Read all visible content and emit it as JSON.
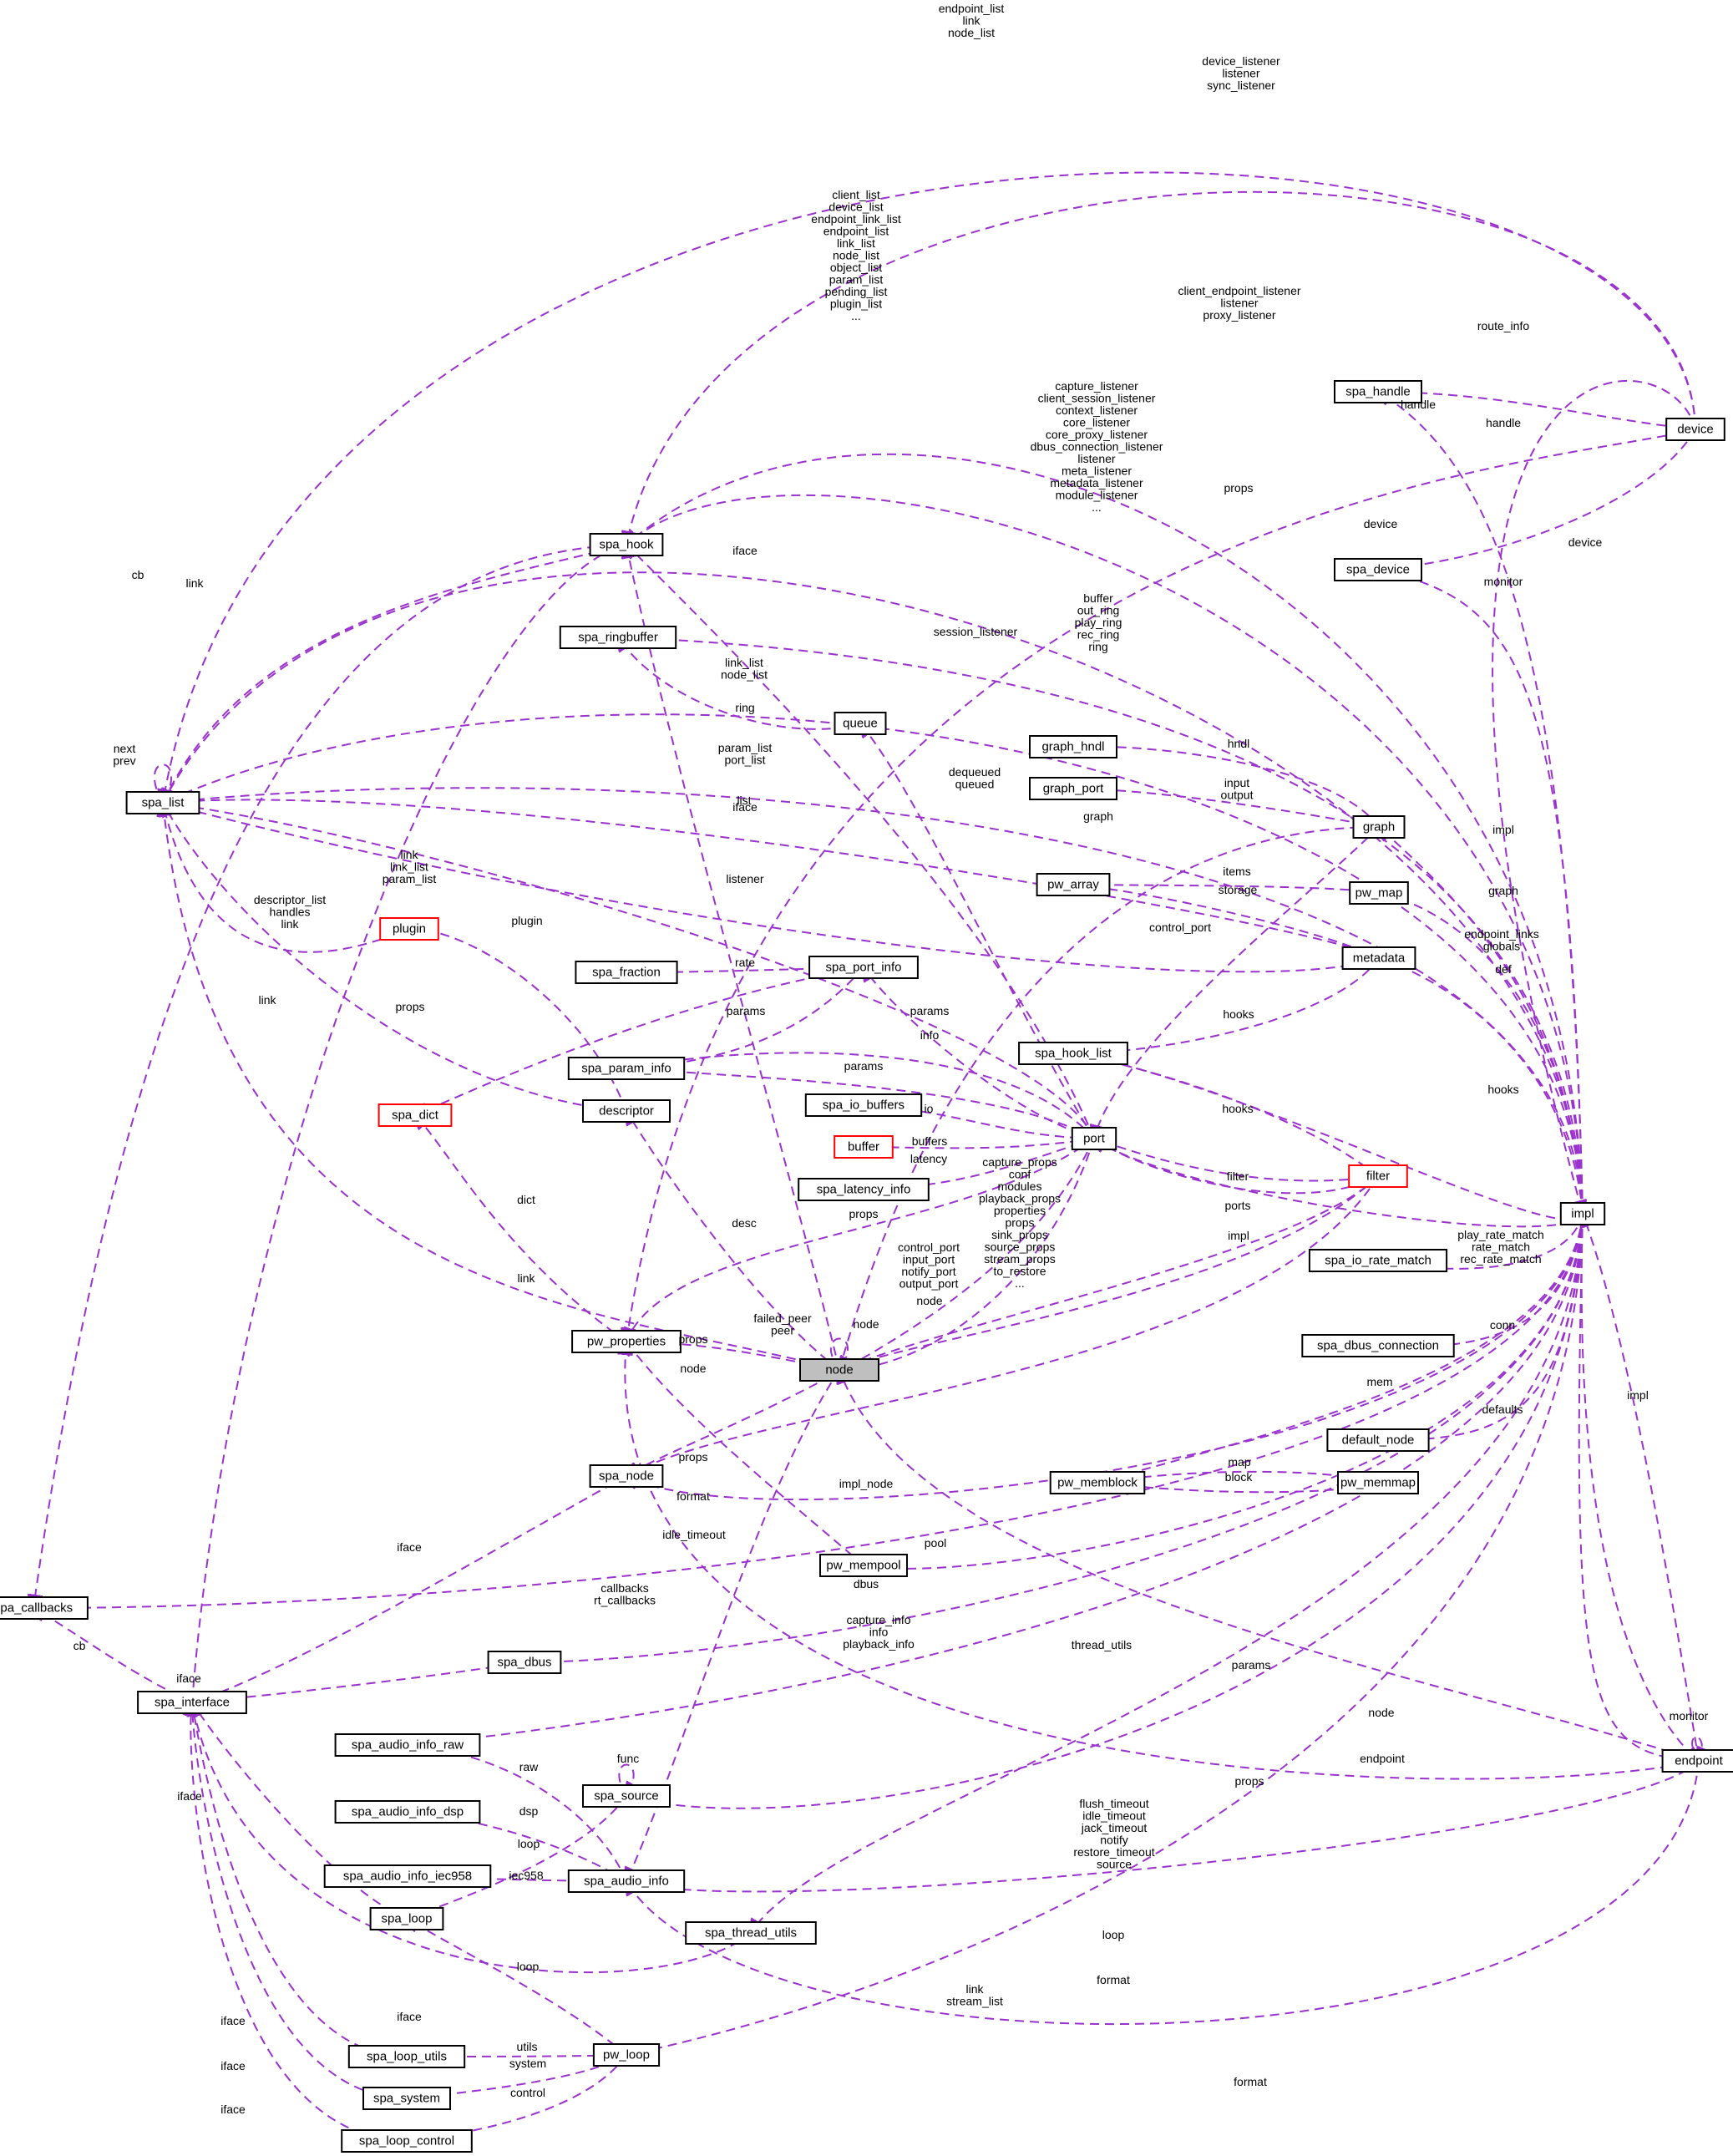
{
  "diagram": {
    "title": "node collaboration graph",
    "colors": {
      "edge": "#9a32cd",
      "node_border": "#000000",
      "incomplete_border": "#ff0000",
      "focus_fill": "#bfbfbf"
    },
    "nodes": [
      {
        "id": "node",
        "label": "node",
        "style": "focus"
      },
      {
        "id": "spa_list",
        "label": "spa_list"
      },
      {
        "id": "spa_hook",
        "label": "spa_hook"
      },
      {
        "id": "spa_ringbuffer",
        "label": "spa_ringbuffer"
      },
      {
        "id": "queue",
        "label": "queue"
      },
      {
        "id": "spa_callbacks",
        "label": "spa_callbacks"
      },
      {
        "id": "spa_interface",
        "label": "spa_interface"
      },
      {
        "id": "plugin",
        "label": "plugin",
        "style": "red"
      },
      {
        "id": "spa_dict",
        "label": "spa_dict",
        "style": "red"
      },
      {
        "id": "descriptor",
        "label": "descriptor"
      },
      {
        "id": "spa_fraction",
        "label": "spa_fraction"
      },
      {
        "id": "spa_param_info",
        "label": "spa_param_info"
      },
      {
        "id": "spa_port_info",
        "label": "spa_port_info"
      },
      {
        "id": "spa_io_buffers",
        "label": "spa_io_buffers"
      },
      {
        "id": "buffer",
        "label": "buffer",
        "style": "red"
      },
      {
        "id": "spa_latency_info",
        "label": "spa_latency_info"
      },
      {
        "id": "port",
        "label": "port"
      },
      {
        "id": "pw_properties",
        "label": "pw_properties"
      },
      {
        "id": "spa_node",
        "label": "spa_node"
      },
      {
        "id": "pw_mempool",
        "label": "pw_mempool"
      },
      {
        "id": "spa_dbus",
        "label": "spa_dbus"
      },
      {
        "id": "spa_audio_info_raw",
        "label": "spa_audio_info_raw"
      },
      {
        "id": "spa_audio_info_dsp",
        "label": "spa_audio_info_dsp"
      },
      {
        "id": "spa_audio_info_iec958",
        "label": "spa_audio_info_iec958"
      },
      {
        "id": "spa_source",
        "label": "spa_source"
      },
      {
        "id": "spa_audio_info",
        "label": "spa_audio_info"
      },
      {
        "id": "spa_loop",
        "label": "spa_loop"
      },
      {
        "id": "spa_thread_utils",
        "label": "spa_thread_utils"
      },
      {
        "id": "spa_loop_utils",
        "label": "spa_loop_utils"
      },
      {
        "id": "spa_system",
        "label": "spa_system"
      },
      {
        "id": "spa_loop_control",
        "label": "spa_loop_control"
      },
      {
        "id": "pw_loop",
        "label": "pw_loop"
      },
      {
        "id": "graph_hndl",
        "label": "graph_hndl"
      },
      {
        "id": "graph_port",
        "label": "graph_port"
      },
      {
        "id": "graph",
        "label": "graph"
      },
      {
        "id": "pw_array",
        "label": "pw_array"
      },
      {
        "id": "pw_map",
        "label": "pw_map"
      },
      {
        "id": "metadata",
        "label": "metadata"
      },
      {
        "id": "spa_hook_list",
        "label": "spa_hook_list"
      },
      {
        "id": "filter",
        "label": "filter",
        "style": "red"
      },
      {
        "id": "impl",
        "label": "impl"
      },
      {
        "id": "spa_io_rate_match",
        "label": "spa_io_rate_match"
      },
      {
        "id": "spa_dbus_connection",
        "label": "spa_dbus_connection"
      },
      {
        "id": "default_node",
        "label": "default_node"
      },
      {
        "id": "pw_memblock",
        "label": "pw_memblock"
      },
      {
        "id": "pw_memmap",
        "label": "pw_memmap"
      },
      {
        "id": "spa_handle",
        "label": "spa_handle"
      },
      {
        "id": "device",
        "label": "device"
      },
      {
        "id": "spa_device",
        "label": "spa_device"
      },
      {
        "id": "endpoint",
        "label": "endpoint"
      }
    ],
    "edge_labels": [
      {
        "id": "e1",
        "lines": [
          "endpoint_list",
          "link",
          "node_list"
        ]
      },
      {
        "id": "e2",
        "lines": [
          "device_listener",
          "listener",
          "sync_listener"
        ]
      },
      {
        "id": "e3",
        "lines": [
          "client_list",
          "device_list",
          "endpoint_link_list",
          "endpoint_list",
          "link_list",
          "node_list",
          "object_list",
          "param_list",
          "pending_list",
          "plugin_list",
          "..."
        ]
      },
      {
        "id": "e4",
        "lines": [
          "client_endpoint_listener",
          "listener",
          "proxy_listener"
        ]
      },
      {
        "id": "e5",
        "lines": [
          "route_info"
        ]
      },
      {
        "id": "e6",
        "lines": [
          "capture_listener",
          "client_session_listener",
          "context_listener",
          "core_listener",
          "core_proxy_listener",
          "dbus_connection_listener",
          "listener",
          "meta_listener",
          "metadata_listener",
          "module_listener",
          "..."
        ]
      },
      {
        "id": "e7",
        "lines": [
          "handle"
        ]
      },
      {
        "id": "e8",
        "lines": [
          "handle"
        ]
      },
      {
        "id": "e9",
        "lines": [
          "props"
        ]
      },
      {
        "id": "e10",
        "lines": [
          "device"
        ]
      },
      {
        "id": "e11",
        "lines": [
          "device"
        ]
      },
      {
        "id": "e12",
        "lines": [
          "monitor"
        ]
      },
      {
        "id": "e13",
        "lines": [
          "cb"
        ]
      },
      {
        "id": "e14",
        "lines": [
          "link"
        ]
      },
      {
        "id": "e15",
        "lines": [
          "iface"
        ]
      },
      {
        "id": "e16",
        "lines": [
          "session_listener"
        ]
      },
      {
        "id": "e17",
        "lines": [
          "buffer",
          "out_ring",
          "play_ring",
          "rec_ring",
          "ring"
        ]
      },
      {
        "id": "e18",
        "lines": [
          "link_list",
          "node_list"
        ]
      },
      {
        "id": "e19",
        "lines": [
          "ring"
        ]
      },
      {
        "id": "e20",
        "lines": [
          "next",
          "prev"
        ]
      },
      {
        "id": "e21",
        "lines": [
          "param_list",
          "port_list"
        ]
      },
      {
        "id": "e22",
        "lines": [
          "dequeued",
          "queued"
        ]
      },
      {
        "id": "e23",
        "lines": [
          "hndl"
        ]
      },
      {
        "id": "e24",
        "lines": [
          "input",
          "output"
        ]
      },
      {
        "id": "e25",
        "lines": [
          "list"
        ]
      },
      {
        "id": "e26",
        "lines": [
          "iface"
        ]
      },
      {
        "id": "e27",
        "lines": [
          "graph"
        ]
      },
      {
        "id": "e28",
        "lines": [
          "impl"
        ]
      },
      {
        "id": "e29",
        "lines": [
          "link",
          "link_list",
          "param_list"
        ]
      },
      {
        "id": "e30",
        "lines": [
          "items"
        ]
      },
      {
        "id": "e31",
        "lines": [
          "storage"
        ]
      },
      {
        "id": "e32",
        "lines": [
          "listener"
        ]
      },
      {
        "id": "e33",
        "lines": [
          "graph"
        ]
      },
      {
        "id": "e34",
        "lines": [
          "descriptor_list",
          "handles",
          "link"
        ]
      },
      {
        "id": "e35",
        "lines": [
          "plugin"
        ]
      },
      {
        "id": "e36",
        "lines": [
          "control_port"
        ]
      },
      {
        "id": "e37",
        "lines": [
          "endpoint_links",
          "globals"
        ]
      },
      {
        "id": "e38",
        "lines": [
          "rate"
        ]
      },
      {
        "id": "e39",
        "lines": [
          "def"
        ]
      },
      {
        "id": "e40",
        "lines": [
          "link"
        ]
      },
      {
        "id": "e41",
        "lines": [
          "props"
        ]
      },
      {
        "id": "e42",
        "lines": [
          "params"
        ]
      },
      {
        "id": "e43",
        "lines": [
          "params"
        ]
      },
      {
        "id": "e44",
        "lines": [
          "info"
        ]
      },
      {
        "id": "e45",
        "lines": [
          "hooks"
        ]
      },
      {
        "id": "e46",
        "lines": [
          "params"
        ]
      },
      {
        "id": "e47",
        "lines": [
          "hooks"
        ]
      },
      {
        "id": "e48",
        "lines": [
          "hooks"
        ]
      },
      {
        "id": "e49",
        "lines": [
          "io"
        ]
      },
      {
        "id": "e50",
        "lines": [
          "buffers"
        ]
      },
      {
        "id": "e51",
        "lines": [
          "filter"
        ]
      },
      {
        "id": "e52",
        "lines": [
          "latency"
        ]
      },
      {
        "id": "e53",
        "lines": [
          "capture_props",
          "conf",
          "modules",
          "playback_props",
          "properties",
          "props",
          "sink_props",
          "source_props",
          "stream_props",
          "to_restore",
          "..."
        ]
      },
      {
        "id": "e54",
        "lines": [
          "ports"
        ]
      },
      {
        "id": "e55",
        "lines": [
          "dict"
        ]
      },
      {
        "id": "e56",
        "lines": [
          "props"
        ]
      },
      {
        "id": "e57",
        "lines": [
          "desc"
        ]
      },
      {
        "id": "e58",
        "lines": [
          "impl"
        ]
      },
      {
        "id": "e59",
        "lines": [
          "play_rate_match",
          "rate_match",
          "rec_rate_match"
        ]
      },
      {
        "id": "e60",
        "lines": [
          "control_port",
          "input_port",
          "notify_port",
          "output_port"
        ]
      },
      {
        "id": "e61",
        "lines": [
          "link"
        ]
      },
      {
        "id": "e62",
        "lines": [
          "failed_peer",
          "peer"
        ]
      },
      {
        "id": "e63",
        "lines": [
          "node"
        ]
      },
      {
        "id": "e64",
        "lines": [
          "props"
        ]
      },
      {
        "id": "e65",
        "lines": [
          "conn"
        ]
      },
      {
        "id": "e66",
        "lines": [
          "node"
        ]
      },
      {
        "id": "e67",
        "lines": [
          "mem"
        ]
      },
      {
        "id": "e68",
        "lines": [
          "node"
        ]
      },
      {
        "id": "e69",
        "lines": [
          "defaults"
        ]
      },
      {
        "id": "e70",
        "lines": [
          "impl"
        ]
      },
      {
        "id": "e71",
        "lines": [
          "props"
        ]
      },
      {
        "id": "e72",
        "lines": [
          "map"
        ]
      },
      {
        "id": "e73",
        "lines": [
          "block"
        ]
      },
      {
        "id": "e74",
        "lines": [
          "format"
        ]
      },
      {
        "id": "e75",
        "lines": [
          "impl_node"
        ]
      },
      {
        "id": "e76",
        "lines": [
          "idle_timeout"
        ]
      },
      {
        "id": "e77",
        "lines": [
          "iface"
        ]
      },
      {
        "id": "e78",
        "lines": [
          "pool"
        ]
      },
      {
        "id": "e79",
        "lines": [
          "callbacks",
          "rt_callbacks"
        ]
      },
      {
        "id": "e80",
        "lines": [
          "dbus"
        ]
      },
      {
        "id": "e81",
        "lines": [
          "capture_info",
          "info",
          "playback_info"
        ]
      },
      {
        "id": "e82",
        "lines": [
          "thread_utils"
        ]
      },
      {
        "id": "e83",
        "lines": [
          "cb"
        ]
      },
      {
        "id": "e84",
        "lines": [
          "iface"
        ]
      },
      {
        "id": "e85",
        "lines": [
          "params"
        ]
      },
      {
        "id": "e86",
        "lines": [
          "node"
        ]
      },
      {
        "id": "e87",
        "lines": [
          "monitor"
        ]
      },
      {
        "id": "e88",
        "lines": [
          "endpoint"
        ]
      },
      {
        "id": "e89",
        "lines": [
          "func"
        ]
      },
      {
        "id": "e90",
        "lines": [
          "raw"
        ]
      },
      {
        "id": "e91",
        "lines": [
          "props"
        ]
      },
      {
        "id": "e92",
        "lines": [
          "dsp"
        ]
      },
      {
        "id": "e93",
        "lines": [
          "iface"
        ]
      },
      {
        "id": "e94",
        "lines": [
          "flush_timeout",
          "idle_timeout",
          "jack_timeout",
          "notify",
          "restore_timeout",
          "source"
        ]
      },
      {
        "id": "e95",
        "lines": [
          "loop"
        ]
      },
      {
        "id": "e96",
        "lines": [
          "iec958"
        ]
      },
      {
        "id": "e97",
        "lines": [
          "loop"
        ]
      },
      {
        "id": "e98",
        "lines": [
          "loop"
        ]
      },
      {
        "id": "e99",
        "lines": [
          "format"
        ]
      },
      {
        "id": "e100",
        "lines": [
          "link",
          "stream_list"
        ]
      },
      {
        "id": "e101",
        "lines": [
          "iface"
        ]
      },
      {
        "id": "e102",
        "lines": [
          "iface"
        ]
      },
      {
        "id": "e103",
        "lines": [
          "utils"
        ]
      },
      {
        "id": "e104",
        "lines": [
          "system"
        ]
      },
      {
        "id": "e105",
        "lines": [
          "iface"
        ]
      },
      {
        "id": "e106",
        "lines": [
          "control"
        ]
      },
      {
        "id": "e107",
        "lines": [
          "iface"
        ]
      },
      {
        "id": "e108",
        "lines": [
          "format"
        ]
      }
    ]
  }
}
